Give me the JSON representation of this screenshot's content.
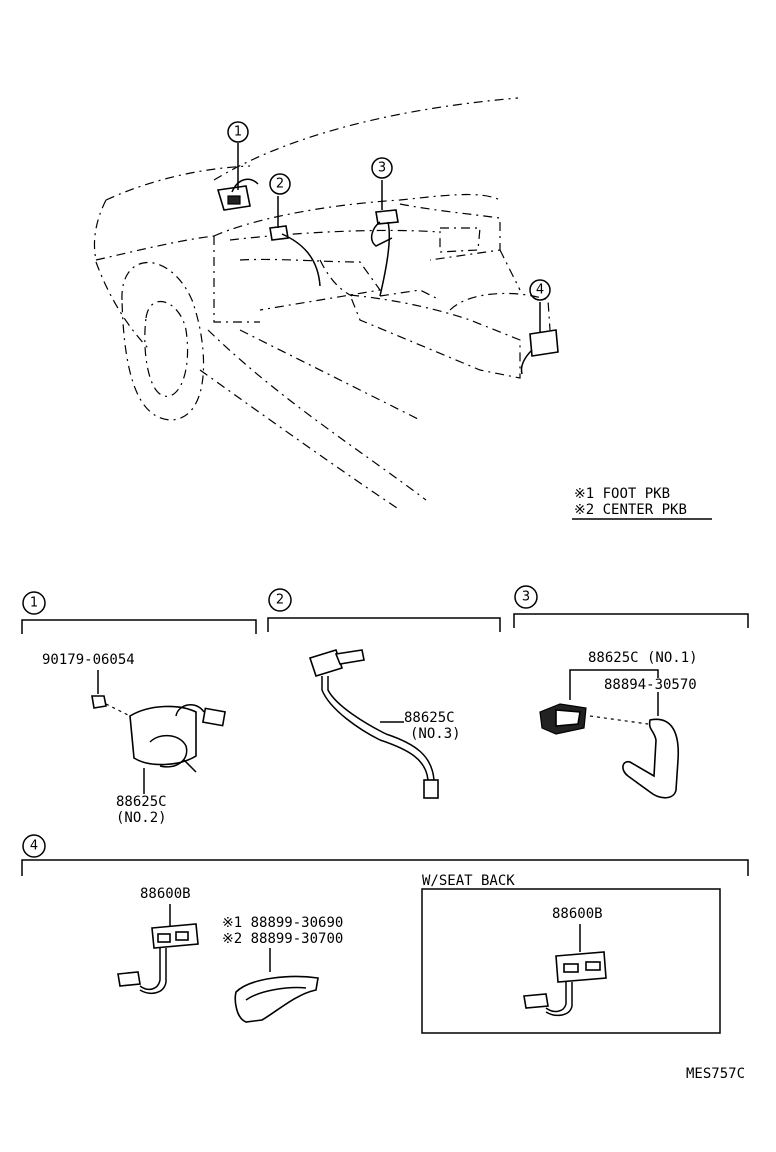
{
  "callouts": [
    "1",
    "2",
    "3",
    "4"
  ],
  "legend": {
    "line1": "※1 FOOT PKB",
    "line2": "※2 CENTER PKB"
  },
  "sections": {
    "s1": {
      "number": "1",
      "part_a": "90179-06054",
      "part_b": "88625C",
      "part_b_note": "(NO.2)"
    },
    "s2": {
      "number": "2",
      "part_a": "88625C",
      "part_a_note": "(NO.3)"
    },
    "s3": {
      "number": "3",
      "part_a": "88625C (NO.1)",
      "part_b": "88894-30570"
    },
    "s4": {
      "number": "4",
      "part_a": "88600B",
      "part_b1": "※1 88899-30690",
      "part_b2": "※2 88899-30700",
      "inset_title": "W/SEAT BACK",
      "inset_part": "88600B"
    }
  },
  "figure_code": "MES757C"
}
